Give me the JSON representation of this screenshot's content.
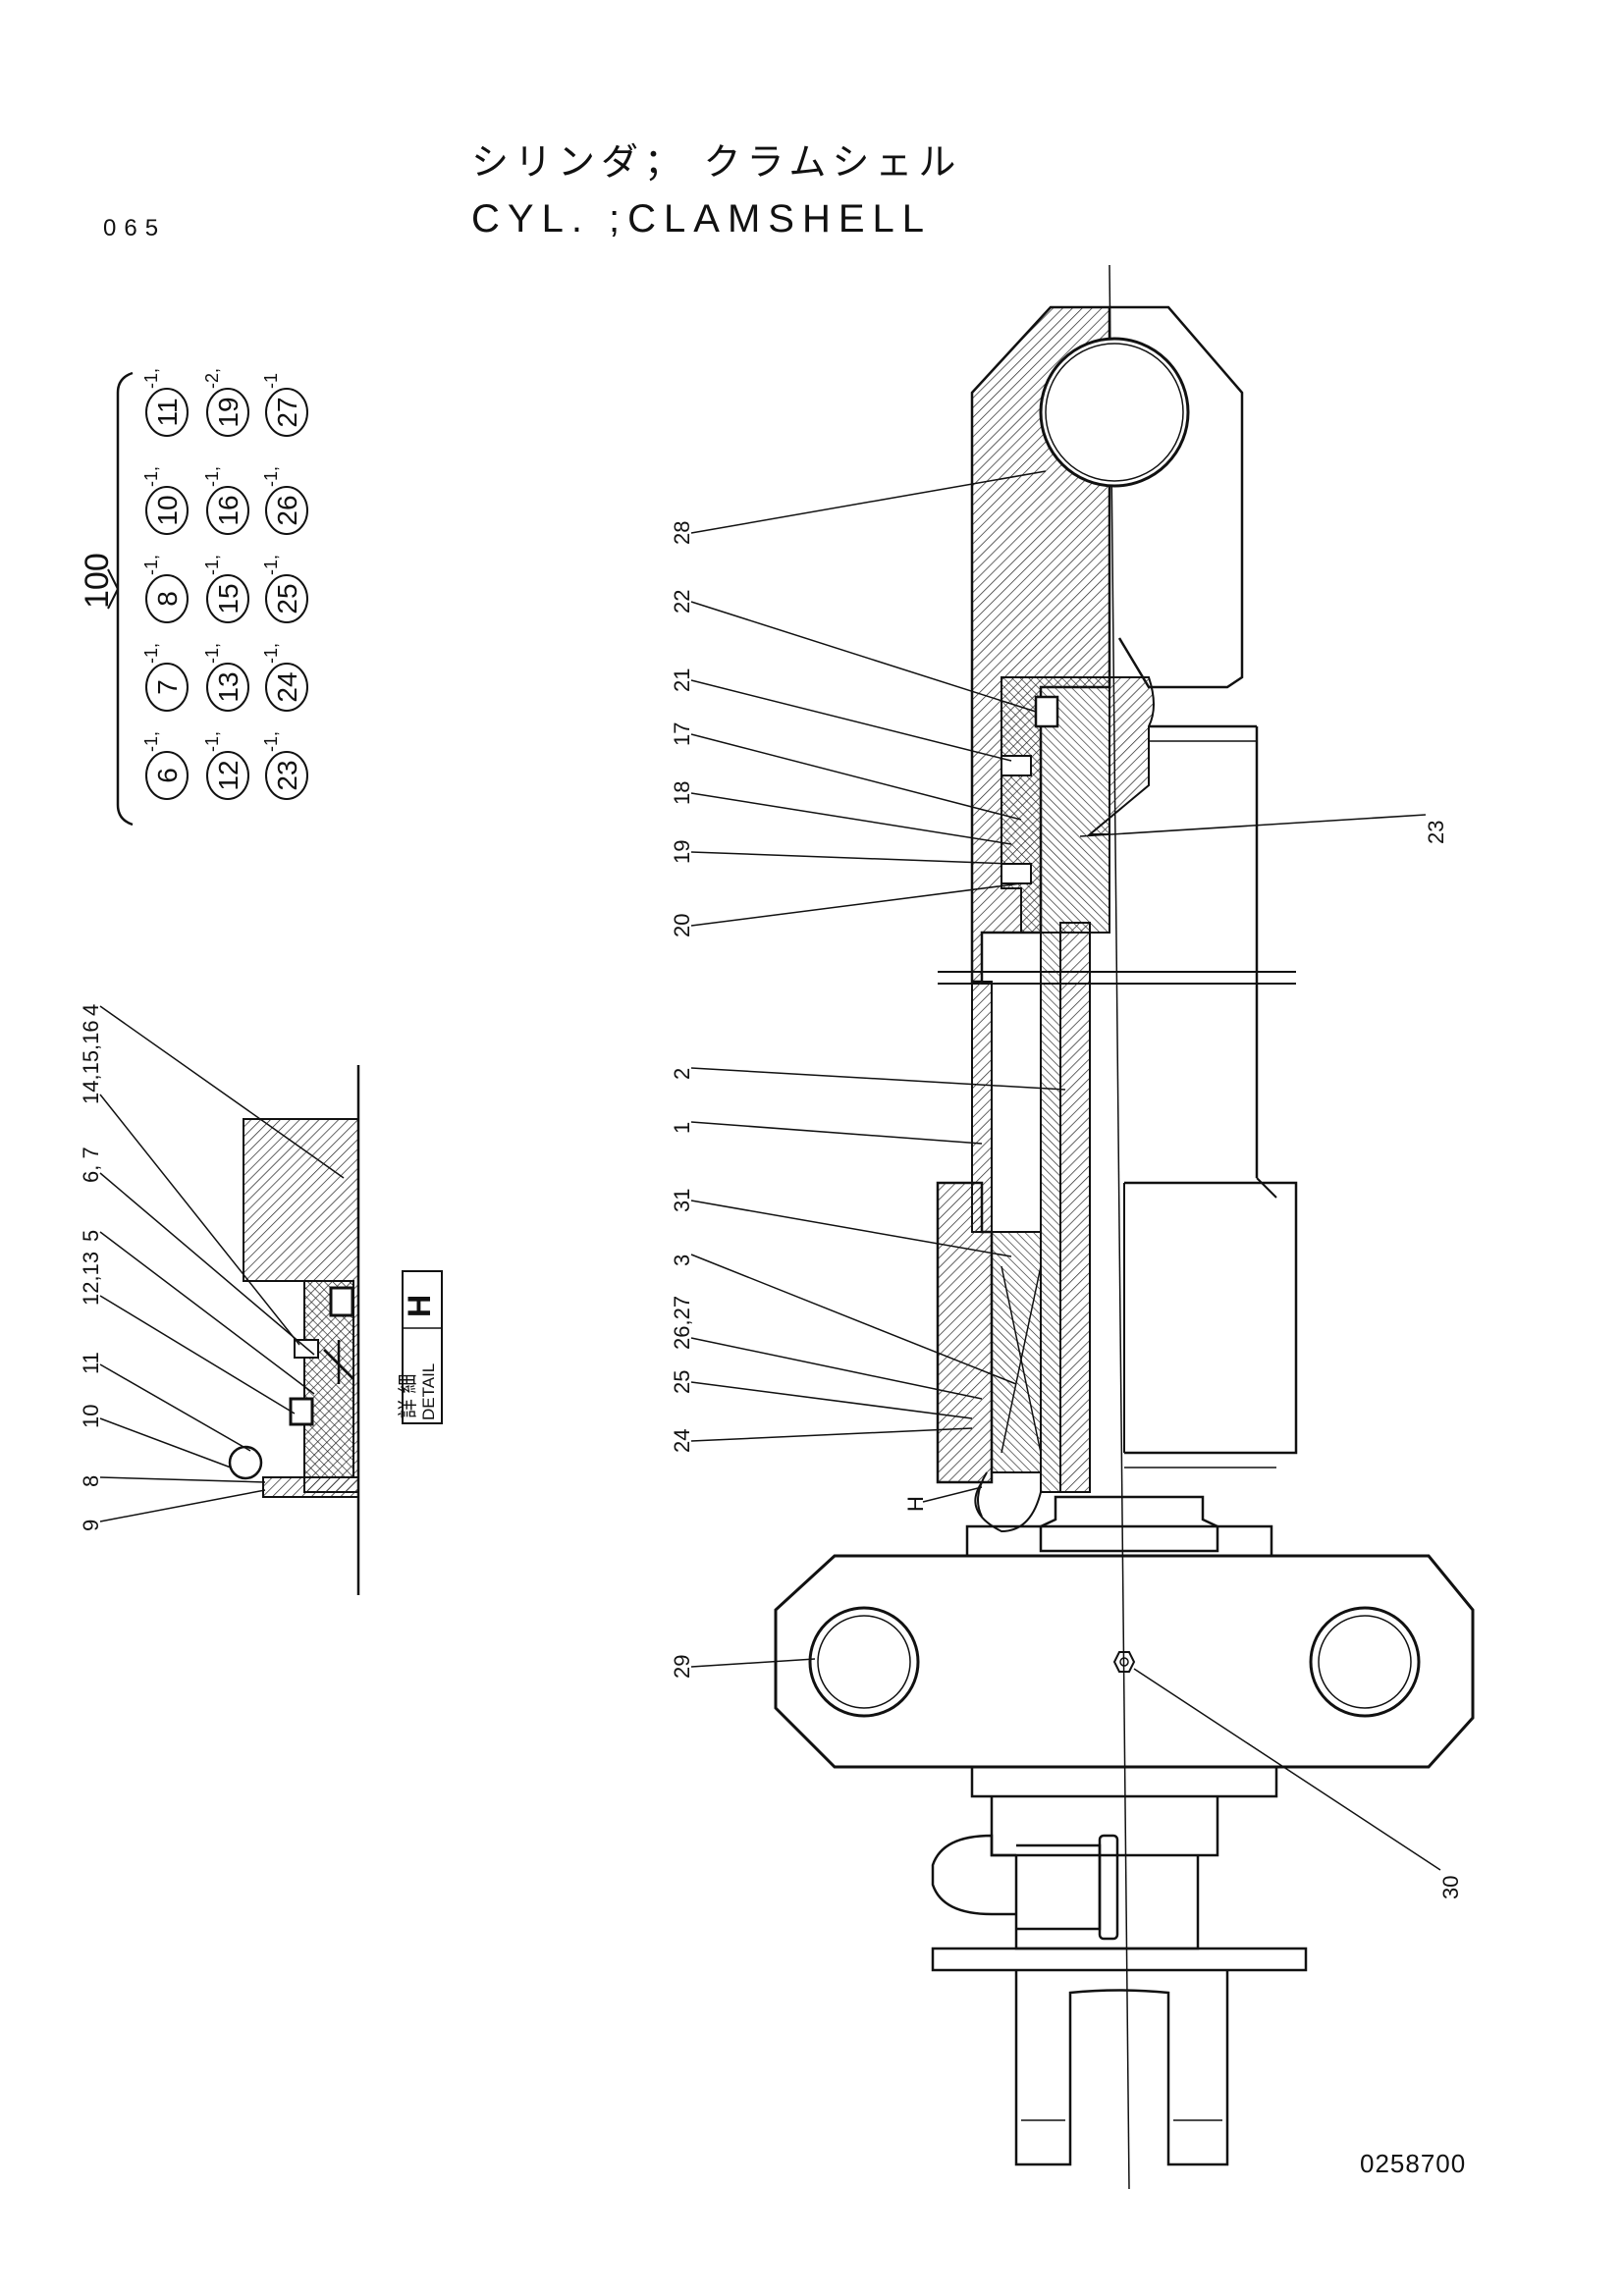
{
  "title": {
    "jp": "シリンダ； クラムシェル",
    "en": "CYL. ;CLAMSHELL"
  },
  "page_number": "065",
  "drawing_number": "0258700",
  "kit": {
    "number": "100",
    "rows": [
      [
        {
          "n": "6",
          "q": "-1,"
        },
        {
          "n": "7",
          "q": "-1,"
        },
        {
          "n": "8",
          "q": "-1,"
        },
        {
          "n": "10",
          "q": "-1,"
        },
        {
          "n": "11",
          "q": "-1,"
        }
      ],
      [
        {
          "n": "12",
          "q": "-1,"
        },
        {
          "n": "13",
          "q": "-1,"
        },
        {
          "n": "15",
          "q": "-1,"
        },
        {
          "n": "16",
          "q": "-1,"
        },
        {
          "n": "19",
          "q": "-2,"
        }
      ],
      [
        {
          "n": "23",
          "q": "-1,"
        },
        {
          "n": "24",
          "q": "-1,"
        },
        {
          "n": "25",
          "q": "-1,"
        },
        {
          "n": "26",
          "q": "-1,"
        },
        {
          "n": "27",
          "q": "-1"
        }
      ]
    ]
  },
  "detail_label": {
    "jp": "詳 細",
    "en": "DETAIL",
    "ref": "H"
  },
  "detail_callouts": [
    "9",
    "8",
    "10",
    "11",
    "12,13",
    "5",
    "6, 7",
    "14,15,16",
    "4"
  ],
  "main_callouts": {
    "left": [
      "28",
      "22",
      "21",
      "17",
      "18",
      "19",
      "20",
      "2",
      "1",
      "31",
      "3",
      "26,27",
      "25",
      "24",
      "29"
    ],
    "right": [
      "23",
      "30"
    ],
    "h_marker": "H"
  }
}
